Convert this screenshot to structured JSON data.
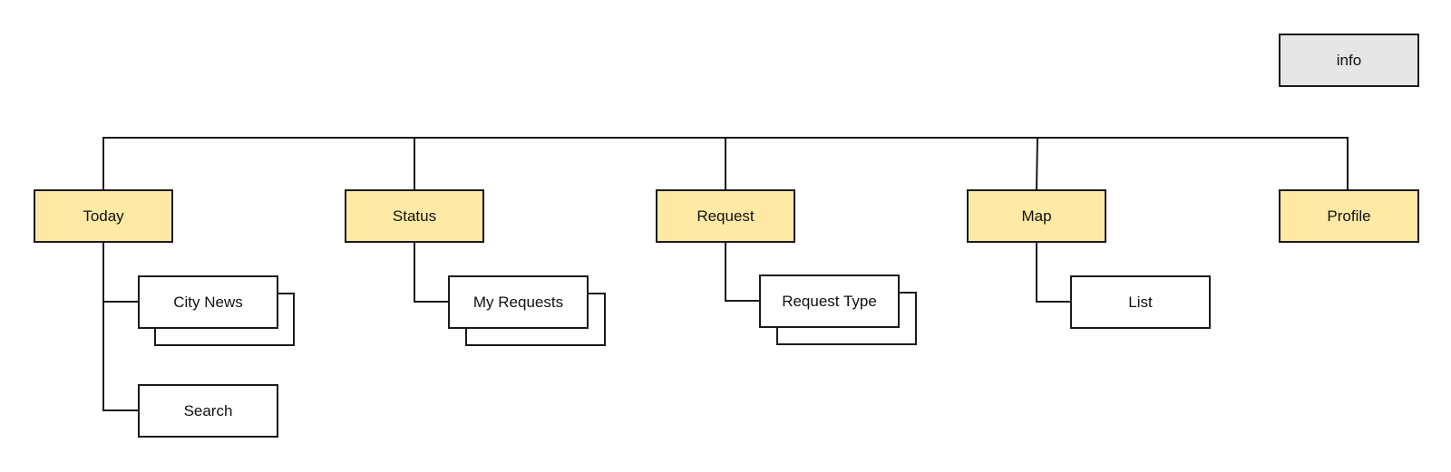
{
  "colors": {
    "stroke": "#1a1a1a",
    "top_level_fill": "#ffeaa5",
    "child_fill": "#ffffff",
    "info_fill": "#e6e6e6"
  },
  "info": {
    "label": "info"
  },
  "nav": {
    "today": {
      "label": "Today",
      "children": [
        {
          "label": "City News",
          "stacked": true
        },
        {
          "label": "Search",
          "stacked": false
        }
      ]
    },
    "status": {
      "label": "Status",
      "children": [
        {
          "label": "My Requests",
          "stacked": true
        }
      ]
    },
    "request": {
      "label": "Request",
      "children": [
        {
          "label": "Request Type",
          "stacked": true
        }
      ]
    },
    "map": {
      "label": "Map",
      "children": [
        {
          "label": "List",
          "stacked": false
        }
      ]
    },
    "profile": {
      "label": "Profile",
      "children": []
    }
  }
}
